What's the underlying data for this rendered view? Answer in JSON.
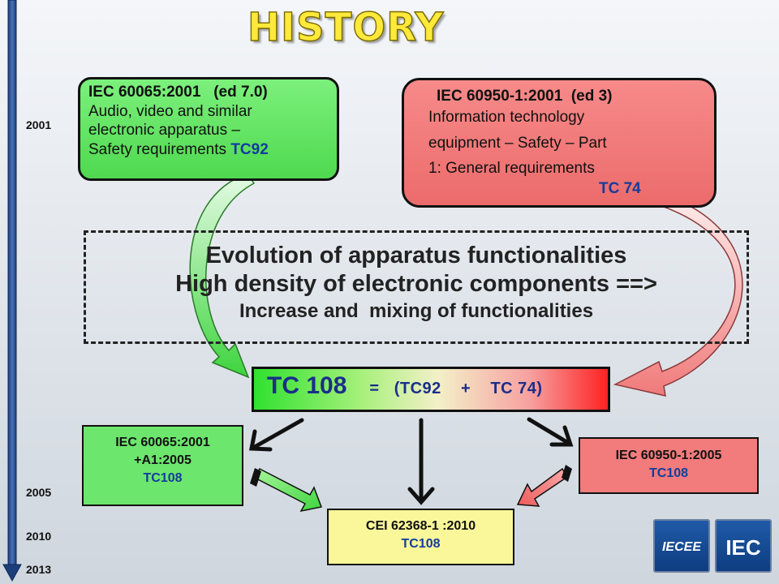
{
  "title": "HISTORY",
  "timeline": {
    "years": [
      "2001",
      "2005",
      "2010",
      "2013"
    ]
  },
  "standards": {
    "iec60065_2001": {
      "heading": "IEC 60065:2001   (ed 7.0)",
      "line1": "Audio, video and similar",
      "line2": "electronic apparatus –",
      "line3_text": "Safety requirements ",
      "tc": "TC92"
    },
    "iec60950_2001": {
      "heading": "IEC 60950-1:2001  (ed 3)",
      "line1": "Information technology",
      "line2": "equipment – Safety – Part",
      "line3": "1: General requirements",
      "tc": "TC 74"
    }
  },
  "evolution": {
    "line1": "Evolution of apparatus functionalities",
    "line2": "High density of electronic components ==>",
    "line3": "Increase and  mixing of functionalities"
  },
  "tc108": {
    "main": "TC 108",
    "rest": "=   (TC92    +    TC 74)"
  },
  "results": {
    "left": {
      "line1": "IEC 60065:2001",
      "line2": "+A1:2005",
      "tc": "TC108"
    },
    "right": {
      "line1": "IEC 60950-1:2005",
      "tc": "TC108"
    },
    "bottom": {
      "line1": "CEI 62368-1 :2010",
      "tc": "TC108"
    }
  },
  "logos": {
    "iecee": "IECEE",
    "iec": "IEC"
  },
  "colors": {
    "green_box": "#6ce66c",
    "red_box": "#f27b7b",
    "yellow_box": "#faf79a",
    "tc_blue": "#123c9e",
    "title_yellow": "#ffe93a",
    "timeline_blue": "#2a4e8c"
  }
}
